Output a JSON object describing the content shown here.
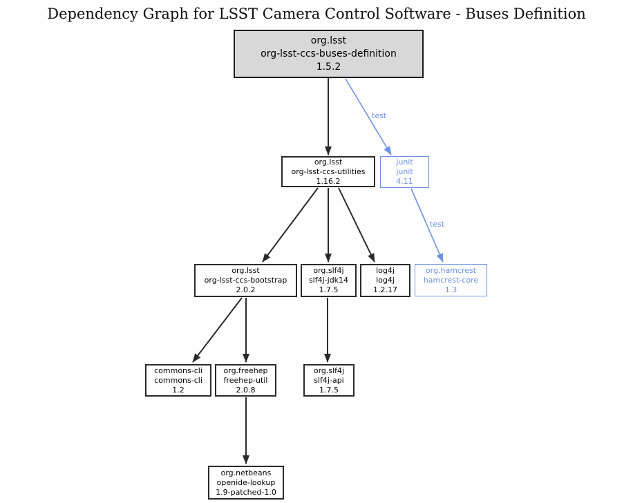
{
  "title": "Dependency Graph for LSST Camera Control Software - Buses Definition",
  "colors": {
    "accent_blue": "#6c91e2",
    "edge_black": "#2a2a2a",
    "root_node_fill": "#d8d8d8",
    "node_fill": "#ffffff"
  },
  "nodes": {
    "root": {
      "group": "org.lsst",
      "artifact": "org-lsst-ccs-buses-definition",
      "version": "1.5.2"
    },
    "utilities": {
      "group": "org.lsst",
      "artifact": "org-lsst-ccs-utilities",
      "version": "1.16.2"
    },
    "junit": {
      "group": "junit",
      "artifact": "junit",
      "version": "4.11"
    },
    "bootstrap": {
      "group": "org.lsst",
      "artifact": "org-lsst-ccs-bootstrap",
      "version": "2.0.2"
    },
    "slf4j_jdk14": {
      "group": "org.slf4j",
      "artifact": "slf4j-jdk14",
      "version": "1.7.5"
    },
    "log4j": {
      "group": "log4j",
      "artifact": "log4j",
      "version": "1.2.17"
    },
    "hamcrest": {
      "group": "org.hamcrest",
      "artifact": "hamcrest-core",
      "version": "1.3"
    },
    "commons_cli": {
      "group": "commons-cli",
      "artifact": "commons-cli",
      "version": "1.2"
    },
    "freehep": {
      "group": "org.freehep",
      "artifact": "freehep-util",
      "version": "2.0.8"
    },
    "slf4j_api": {
      "group": "org.slf4j",
      "artifact": "slf4j-api",
      "version": "1.7.5"
    },
    "netbeans": {
      "group": "org.netbeans",
      "artifact": "openide-lookup",
      "version": "1.9-patched-1.0"
    }
  },
  "edges": [
    {
      "from": "org-lsst-ccs-buses-definition",
      "to": "org-lsst-ccs-utilities",
      "label": ""
    },
    {
      "from": "org-lsst-ccs-buses-definition",
      "to": "junit",
      "label": "test"
    },
    {
      "from": "org-lsst-ccs-utilities",
      "to": "org-lsst-ccs-bootstrap",
      "label": ""
    },
    {
      "from": "org-lsst-ccs-utilities",
      "to": "slf4j-jdk14",
      "label": ""
    },
    {
      "from": "org-lsst-ccs-utilities",
      "to": "log4j",
      "label": ""
    },
    {
      "from": "junit",
      "to": "hamcrest-core",
      "label": "test"
    },
    {
      "from": "org-lsst-ccs-bootstrap",
      "to": "commons-cli",
      "label": ""
    },
    {
      "from": "org-lsst-ccs-bootstrap",
      "to": "freehep-util",
      "label": ""
    },
    {
      "from": "slf4j-jdk14",
      "to": "slf4j-api",
      "label": ""
    },
    {
      "from": "freehep-util",
      "to": "openide-lookup",
      "label": ""
    }
  ]
}
